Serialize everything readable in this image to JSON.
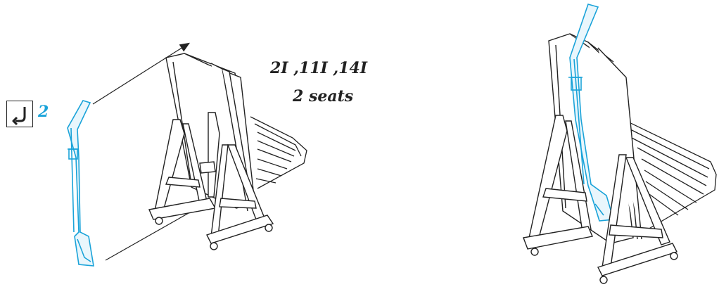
{
  "step": {
    "icon": "return-arrow-icon",
    "number": "2"
  },
  "caption": {
    "seat_codes": "2I ,11I ,14I",
    "seat_count": "2 seats"
  },
  "colors": {
    "part": "#1aa3d9",
    "line": "#222222"
  }
}
